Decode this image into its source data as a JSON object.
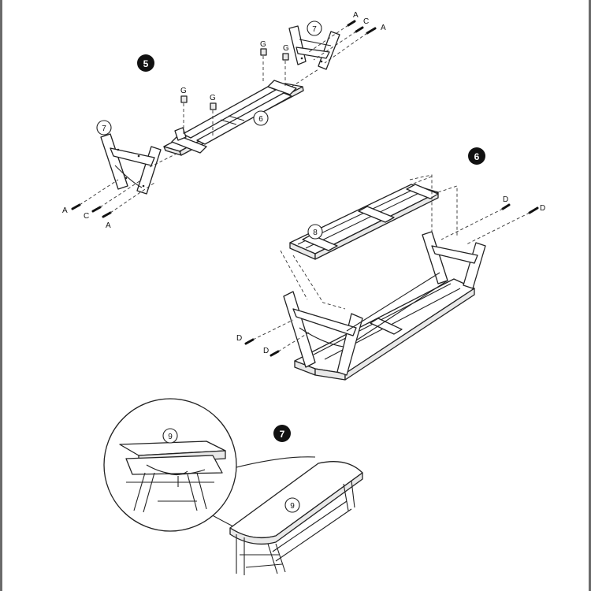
{
  "steps": {
    "step5": {
      "number": "5",
      "parts": {
        "leg_top": "7",
        "leg_left": "7",
        "rail": "6"
      },
      "fasteners": {
        "top_a1": "A",
        "top_c": "C",
        "top_a2": "A",
        "left_a1": "A",
        "left_c": "C",
        "left_a2": "A",
        "g1": "G",
        "g2": "G",
        "g3": "G",
        "g4": "G"
      }
    },
    "step6": {
      "number": "6",
      "parts": {
        "shelf": "8"
      },
      "fasteners": {
        "d1": "D",
        "d2": "D",
        "d3": "D",
        "d4": "D"
      }
    },
    "step7": {
      "number": "7",
      "parts": {
        "seat_detail": "9",
        "seat": "9"
      }
    }
  }
}
